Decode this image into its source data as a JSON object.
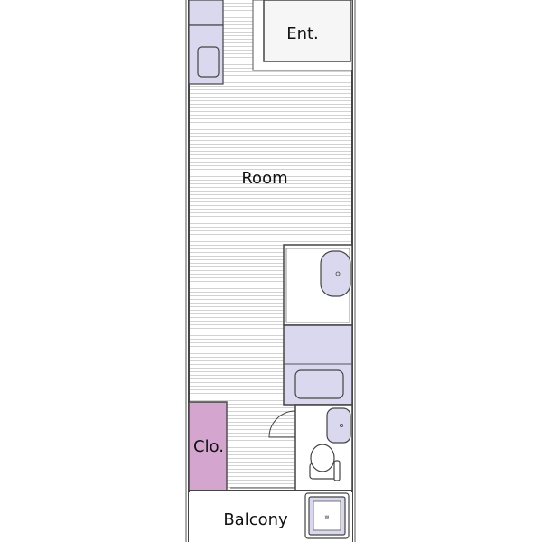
{
  "rooms": {
    "entrance": "Ent.",
    "room": "Room",
    "closet": "Clo.",
    "balcony": "Balcony"
  },
  "fixtures": {
    "washer_mark": "w"
  },
  "colors": {
    "floor_lines": "#cfcfcf",
    "fixture_fill": "#d9d8ef",
    "closet_fill": "#d4a6cf",
    "wall": "#444444",
    "background": "#ffffff"
  }
}
